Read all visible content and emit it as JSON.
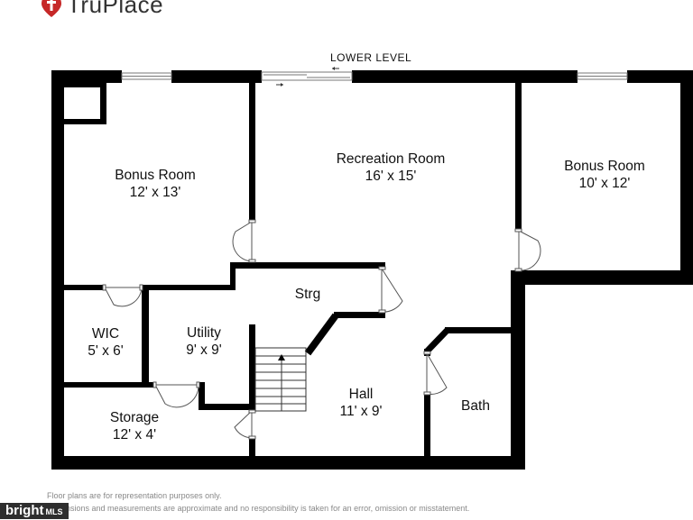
{
  "brand": {
    "name": "TruPlace",
    "icon": "pin-logo-icon",
    "color": "#c62828"
  },
  "plan": {
    "level_label": "LOWER LEVEL",
    "rooms": [
      {
        "name": "Bonus Room",
        "size": "12' x 13'"
      },
      {
        "name": "Recreation Room",
        "size": "16' x 15'"
      },
      {
        "name": "Bonus Room",
        "size": "10' x 12'"
      },
      {
        "name": "Strg",
        "size": ""
      },
      {
        "name": "WIC",
        "size": "5' x 6'"
      },
      {
        "name": "Utility",
        "size": "9' x 9'"
      },
      {
        "name": "Hall",
        "size": "11' x 9'"
      },
      {
        "name": "Bath",
        "size": ""
      },
      {
        "name": "Storage",
        "size": "12' x 4'"
      }
    ]
  },
  "footer": {
    "disclaimer_1": "Floor plans are for representation purposes only.",
    "disclaimer_2": "Dimensions and measurements are approximate and no responsibility is taken for an error, omission or misstatement.",
    "watermark": "bright",
    "watermark_suffix": "MLS"
  }
}
